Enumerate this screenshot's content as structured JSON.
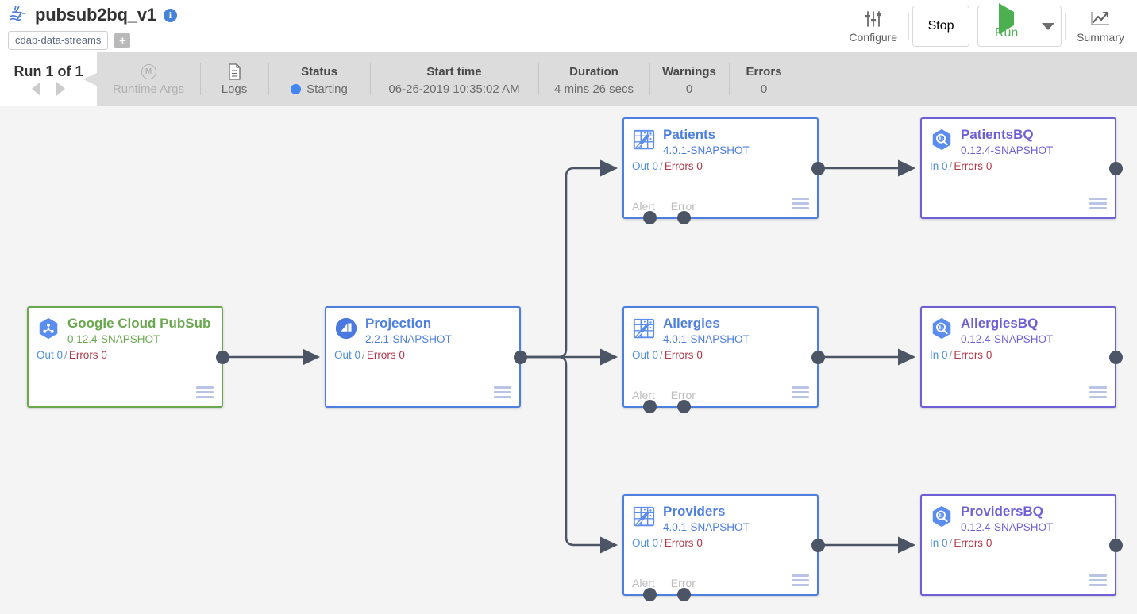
{
  "header": {
    "pipeline_icon": "pipeline-star-icon",
    "pipeline_name": "pubsub2bq_v1",
    "info_icon": "i",
    "tag": "cdap-data-streams",
    "add_tag_label": "+",
    "tools": [
      {
        "name": "configure",
        "icon": "sliders-icon",
        "label": "Configure"
      },
      {
        "name": "stop",
        "icon": "stop-square-icon",
        "label": "Stop"
      },
      {
        "name": "run",
        "icon": "play-triangle-icon",
        "label": "Run"
      },
      {
        "name": "summary",
        "icon": "chart-line-icon",
        "label": "Summary"
      }
    ]
  },
  "statusbar": {
    "run_tab_title": "Run 1 of 1",
    "prev_icon": "arrow-left-icon",
    "next_icon": "arrow-right-icon",
    "runtime_args": {
      "icon": "macro-m-icon",
      "label": "Runtime Args"
    },
    "logs": {
      "icon": "document-icon",
      "label": "Logs"
    },
    "status": {
      "label": "Status",
      "value": "Starting",
      "dot_color": "#4285f4"
    },
    "start_time": {
      "label": "Start time",
      "value": "06-26-2019 10:35:02 AM"
    },
    "duration": {
      "label": "Duration",
      "value": "4 mins 26 secs"
    },
    "warnings": {
      "label": "Warnings",
      "value": "0"
    },
    "errors": {
      "label": "Errors",
      "value": "0"
    }
  },
  "colors": {
    "source_accent": "#6aa84f",
    "transform_accent": "#4d7fe0",
    "sink_accent": "#6f5fd6",
    "canvas_bg": "#f4f4f4",
    "wire": "#4b5566",
    "error_text": "#b3384a",
    "metric_text": "#4d8fe0",
    "status_dot": "#4285f4"
  },
  "nodes": [
    {
      "id": "pubsub",
      "name": "Google Cloud PubSub",
      "version": "0.12.4-SNAPSHOT",
      "metric_in_label": "Out",
      "metric_in_value": "0",
      "metric_err_label": "Errors",
      "metric_err_value": "0",
      "icon": "google-pubsub-icon",
      "kind": "source",
      "menu_icon": "hamburger-menu-icon",
      "has_out_port": true,
      "has_bottom_ports": false,
      "alert_label": "",
      "error_label": ""
    },
    {
      "id": "projection",
      "name": "Projection",
      "version": "2.2.1-SNAPSHOT",
      "metric_in_label": "Out",
      "metric_in_value": "0",
      "metric_err_label": "Errors",
      "metric_err_value": "0",
      "icon": "projection-icon",
      "kind": "transform",
      "menu_icon": "hamburger-menu-icon",
      "has_out_port": true,
      "has_bottom_ports": false,
      "alert_label": "",
      "error_label": ""
    },
    {
      "id": "patients",
      "name": "Patients",
      "version": "4.0.1-SNAPSHOT",
      "metric_in_label": "Out",
      "metric_in_value": "0",
      "metric_err_label": "Errors",
      "metric_err_value": "0",
      "icon": "wrangler-icon",
      "kind": "transform",
      "menu_icon": "hamburger-menu-icon",
      "has_out_port": true,
      "has_bottom_ports": true,
      "alert_label": "Alert",
      "error_label": "Error"
    },
    {
      "id": "allergies",
      "name": "Allergies",
      "version": "4.0.1-SNAPSHOT",
      "metric_in_label": "Out",
      "metric_in_value": "0",
      "metric_err_label": "Errors",
      "metric_err_value": "0",
      "icon": "wrangler-icon",
      "kind": "transform",
      "menu_icon": "hamburger-menu-icon",
      "has_out_port": true,
      "has_bottom_ports": true,
      "alert_label": "Alert",
      "error_label": "Error"
    },
    {
      "id": "providers",
      "name": "Providers",
      "version": "4.0.1-SNAPSHOT",
      "metric_in_label": "Out",
      "metric_in_value": "0",
      "metric_err_label": "Errors",
      "metric_err_value": "0",
      "icon": "wrangler-icon",
      "kind": "transform",
      "menu_icon": "hamburger-menu-icon",
      "has_out_port": true,
      "has_bottom_ports": true,
      "alert_label": "Alert",
      "error_label": "Error"
    },
    {
      "id": "patientsbq",
      "name": "PatientsBQ",
      "version": "0.12.4-SNAPSHOT",
      "metric_in_label": "In",
      "metric_in_value": "0",
      "metric_err_label": "Errors",
      "metric_err_value": "0",
      "icon": "bigquery-icon",
      "kind": "sink",
      "menu_icon": "hamburger-menu-icon",
      "has_out_port": true,
      "has_bottom_ports": false,
      "alert_label": "",
      "error_label": ""
    },
    {
      "id": "allergiesbq",
      "name": "AllergiesBQ",
      "version": "0.12.4-SNAPSHOT",
      "metric_in_label": "In",
      "metric_in_value": "0",
      "metric_err_label": "Errors",
      "metric_err_value": "0",
      "icon": "bigquery-icon",
      "kind": "sink",
      "menu_icon": "hamburger-menu-icon",
      "has_out_port": true,
      "has_bottom_ports": false,
      "alert_label": "",
      "error_label": ""
    },
    {
      "id": "providersbq",
      "name": "ProvidersBQ",
      "version": "0.12.4-SNAPSHOT",
      "metric_in_label": "In",
      "metric_in_value": "0",
      "metric_err_label": "Errors",
      "metric_err_value": "0",
      "icon": "bigquery-icon",
      "kind": "sink",
      "menu_icon": "hamburger-menu-icon",
      "has_out_port": true,
      "has_bottom_ports": false,
      "alert_label": "",
      "error_label": ""
    }
  ],
  "connections": [
    {
      "from": "pubsub",
      "to": "projection"
    },
    {
      "from": "projection",
      "to": "patients"
    },
    {
      "from": "projection",
      "to": "allergies"
    },
    {
      "from": "projection",
      "to": "providers"
    },
    {
      "from": "patients",
      "to": "patientsbq"
    },
    {
      "from": "allergies",
      "to": "allergiesbq"
    },
    {
      "from": "providers",
      "to": "providersbq"
    }
  ]
}
